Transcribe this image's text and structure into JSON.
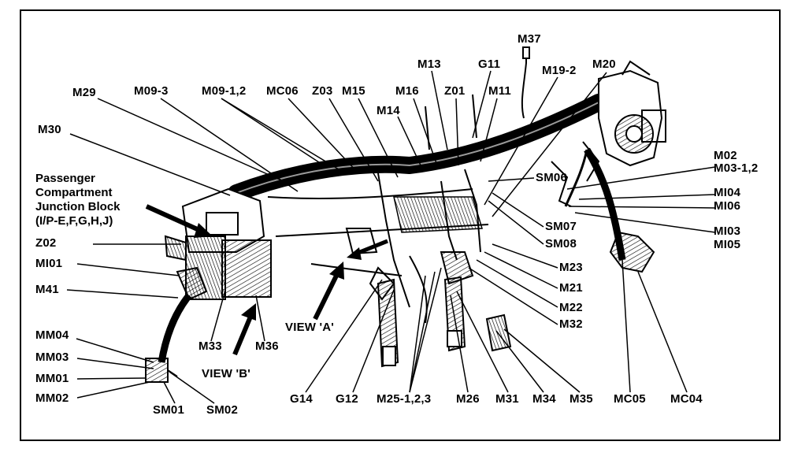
{
  "junction_block": {
    "line1": "Passenger",
    "line2": "Compartment",
    "line3": "Junction Block",
    "line4": "(I/P-E,F,G,H,J)"
  },
  "labels": {
    "m37": "M37",
    "m13": "M13",
    "g11": "G11",
    "m19_2": "M19-2",
    "m20": "M20",
    "m29": "M29",
    "m09_3": "M09-3",
    "m09_12": "M09-1,2",
    "mc06": "MC06",
    "z03": "Z03",
    "m15": "M15",
    "m16": "M16",
    "z01": "Z01",
    "m11": "M11",
    "m14": "M14",
    "m30": "M30",
    "sm06": "SM06",
    "m02": "M02",
    "m03_12": "M03-1,2",
    "mi04": "MI04",
    "mi06": "MI06",
    "sm07": "SM07",
    "sm08": "SM08",
    "mi03": "MI03",
    "mi05": "MI05",
    "z02": "Z02",
    "mi01": "MI01",
    "m23": "M23",
    "m21": "M21",
    "m41": "M41",
    "m22": "M22",
    "m32": "M32",
    "view_a": "VIEW 'A'",
    "mm04": "MM04",
    "m33": "M33",
    "m36": "M36",
    "mm03": "MM03",
    "view_b": "VIEW 'B'",
    "mm01": "MM01",
    "mm02": "MM02",
    "sm01": "SM01",
    "sm02": "SM02",
    "g14": "G14",
    "g12": "G12",
    "m25_123": "M25-1,2,3",
    "m26": "M26",
    "m31": "M31",
    "m34": "M34",
    "m35": "M35",
    "mc05": "MC05",
    "mc04": "MC04"
  }
}
